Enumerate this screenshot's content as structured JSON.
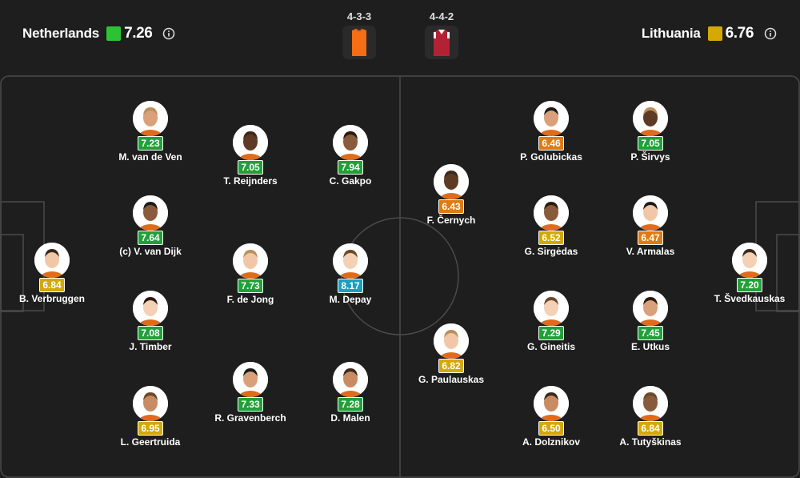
{
  "colors": {
    "green": "#21a038",
    "lime": "#2cc234",
    "yellow": "#d4a905",
    "orange": "#e07b12",
    "cyan": "#1a9fc0",
    "home_kit": "#f56d14",
    "away_kit": "#b22234"
  },
  "home": {
    "name": "Netherlands",
    "rating": "7.26",
    "rating_color": "#2cc234",
    "formation": "4-3-3",
    "info_icon": "info-circle-icon"
  },
  "away": {
    "name": "Lithuania",
    "rating": "6.76",
    "rating_color": "#d4a905",
    "formation": "4-4-2",
    "info_icon": "info-circle-icon"
  },
  "home_players": [
    {
      "name": "B. Verbruggen",
      "rating": "6.84",
      "color": "#d4a905"
    },
    {
      "name": "M. van de Ven",
      "rating": "7.23",
      "color": "#21a038"
    },
    {
      "name": "(c) V. van Dijk",
      "rating": "7.64",
      "color": "#21a038"
    },
    {
      "name": "J. Timber",
      "rating": "7.08",
      "color": "#21a038"
    },
    {
      "name": "L. Geertruida",
      "rating": "6.95",
      "color": "#d4a905"
    },
    {
      "name": "T. Reijnders",
      "rating": "7.05",
      "color": "#21a038"
    },
    {
      "name": "F. de Jong",
      "rating": "7.73",
      "color": "#21a038"
    },
    {
      "name": "R. Gravenberch",
      "rating": "7.33",
      "color": "#21a038"
    },
    {
      "name": "C. Gakpo",
      "rating": "7.94",
      "color": "#21a038"
    },
    {
      "name": "M. Depay",
      "rating": "8.17",
      "color": "#1a9fc0"
    },
    {
      "name": "D. Malen",
      "rating": "7.28",
      "color": "#21a038"
    }
  ],
  "away_players": [
    {
      "name": "F. Černych",
      "rating": "6.43",
      "color": "#e07b12"
    },
    {
      "name": "G. Paulauskas",
      "rating": "6.82",
      "color": "#d4a905"
    },
    {
      "name": "P. Golubickas",
      "rating": "6.46",
      "color": "#e07b12"
    },
    {
      "name": "G. Sirgėdas",
      "rating": "6.52",
      "color": "#d4a905"
    },
    {
      "name": "G. Gineitis",
      "rating": "7.29",
      "color": "#21a038"
    },
    {
      "name": "A. Dolznikov",
      "rating": "6.50",
      "color": "#d4a905"
    },
    {
      "name": "P. Širvys",
      "rating": "7.05",
      "color": "#21a038"
    },
    {
      "name": "V. Armalas",
      "rating": "6.47",
      "color": "#e07b12"
    },
    {
      "name": "E. Utkus",
      "rating": "7.45",
      "color": "#21a038"
    },
    {
      "name": "A. Tutyškinas",
      "rating": "6.84",
      "color": "#d4a905"
    },
    {
      "name": "T. Švedkauskas",
      "rating": "7.20",
      "color": "#21a038"
    }
  ]
}
